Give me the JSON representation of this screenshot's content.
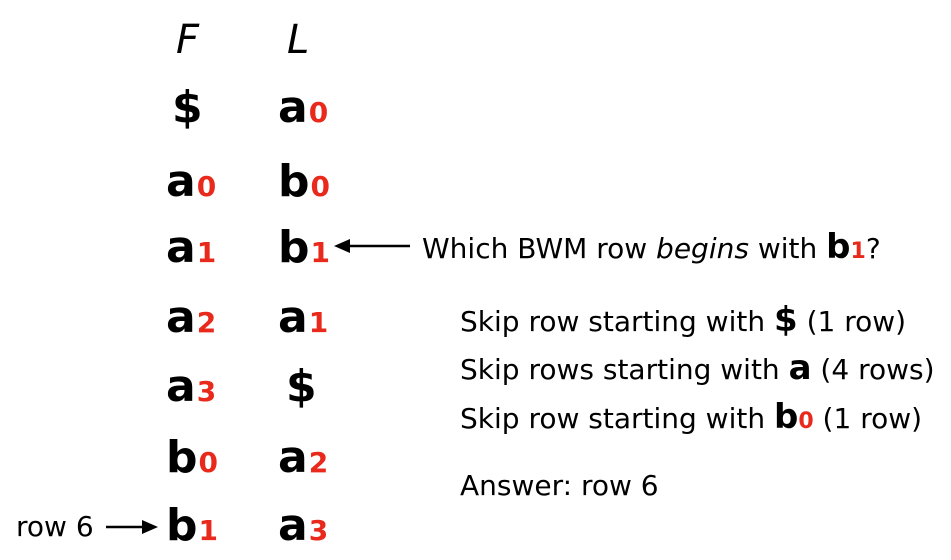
{
  "headers": {
    "f": "F",
    "l": "L"
  },
  "f_column": [
    {
      "char": "$",
      "rank": ""
    },
    {
      "char": "a",
      "rank": "0"
    },
    {
      "char": "a",
      "rank": "1"
    },
    {
      "char": "a",
      "rank": "2"
    },
    {
      "char": "a",
      "rank": "3"
    },
    {
      "char": "b",
      "rank": "0"
    },
    {
      "char": "b",
      "rank": "1"
    }
  ],
  "l_column": [
    {
      "char": "a",
      "rank": "0"
    },
    {
      "char": "b",
      "rank": "0"
    },
    {
      "char": "b",
      "rank": "1"
    },
    {
      "char": "a",
      "rank": "1"
    },
    {
      "char": "$",
      "rank": ""
    },
    {
      "char": "a",
      "rank": "2"
    },
    {
      "char": "a",
      "rank": "3"
    }
  ],
  "question": {
    "pre": "Which BWM row ",
    "emph": "begins",
    "mid": " with ",
    "char": "b",
    "rank": "1",
    "post": "?"
  },
  "steps": [
    {
      "pre": "Skip row starting with ",
      "char": "$",
      "rank": "",
      "post": " (1 row)"
    },
    {
      "pre": "Skip rows starting with ",
      "char": "a",
      "rank": "",
      "post": " (4 rows)"
    },
    {
      "pre": "Skip row starting with ",
      "char": "b",
      "rank": "0",
      "post": " (1 row)"
    }
  ],
  "answer": "Answer: row 6",
  "row_label": "row 6",
  "colors": {
    "rank": "#e8291c",
    "text": "#000000"
  }
}
